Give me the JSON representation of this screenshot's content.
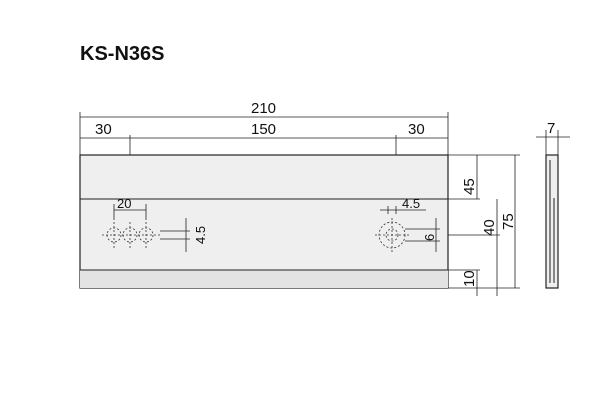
{
  "model": "KS-N36S",
  "dimensions": {
    "overall_width": "210",
    "left_margin": "30",
    "hole_spacing": "150",
    "right_margin": "30",
    "slot_length": "20",
    "left_hole_dia": "4.5",
    "right_hole_dia": "4.5",
    "counterbore_dia": "6",
    "upper_height": "45",
    "hole_height": "40",
    "overall_height": "75",
    "bottom_height": "10",
    "thickness": "7"
  },
  "colors": {
    "plate_fill": "#efefef",
    "plate_bottom_fill": "#e3e3e3",
    "line": "#222222"
  }
}
